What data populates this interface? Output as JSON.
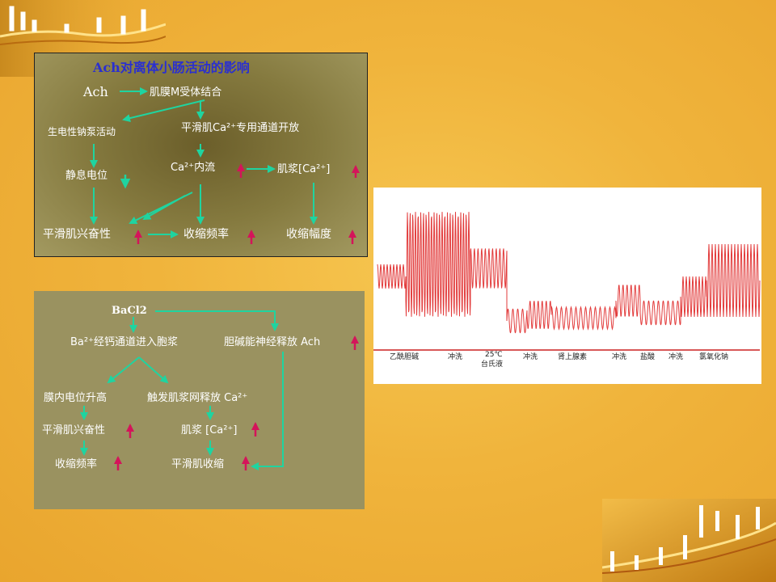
{
  "diagram1": {
    "title": "Ach对离体小肠活动的影响",
    "ach": "Ach",
    "receptor": "肌膜M受体结合",
    "sodium_pump": "生电性钠泵活动",
    "ca_channel": "平滑肌Ca²⁺专用通道开放",
    "resting": "静息电位",
    "ca_influx": "Ca²⁺内流",
    "sarcoplasm_ca": "肌浆[Ca²⁺]",
    "excitability": "平滑肌兴奋性",
    "frequency": "收缩频率",
    "amplitude": "收缩幅度"
  },
  "diagram2": {
    "bacl2": "BaCl2",
    "ba_entry": "Ba²⁺经钙通道进入胞浆",
    "cholinergic": "胆碱能神经释放 Ach",
    "membrane": "膜内电位升高",
    "trigger": "触发肌浆网释放 Ca²⁺",
    "excitability": "平滑肌兴奋性",
    "sarcoplasm_ca": "肌浆 [Ca²⁺]",
    "frequency": "收缩频率",
    "contraction": "平滑肌收缩"
  },
  "trace": {
    "labels": [
      "乙酰胆碱",
      "冲洗",
      "25℃",
      "台氏液",
      "冲洗",
      "肾上腺素",
      "冲洗",
      "盐酸",
      "冲洗",
      "氯氧化钠"
    ],
    "trace_color": "#e23b3b",
    "baseline_color": "#cc2222"
  },
  "colors": {
    "arrow": "#1fd4a0",
    "up_arrow": "#d4145a",
    "title": "#2a2fd0"
  }
}
